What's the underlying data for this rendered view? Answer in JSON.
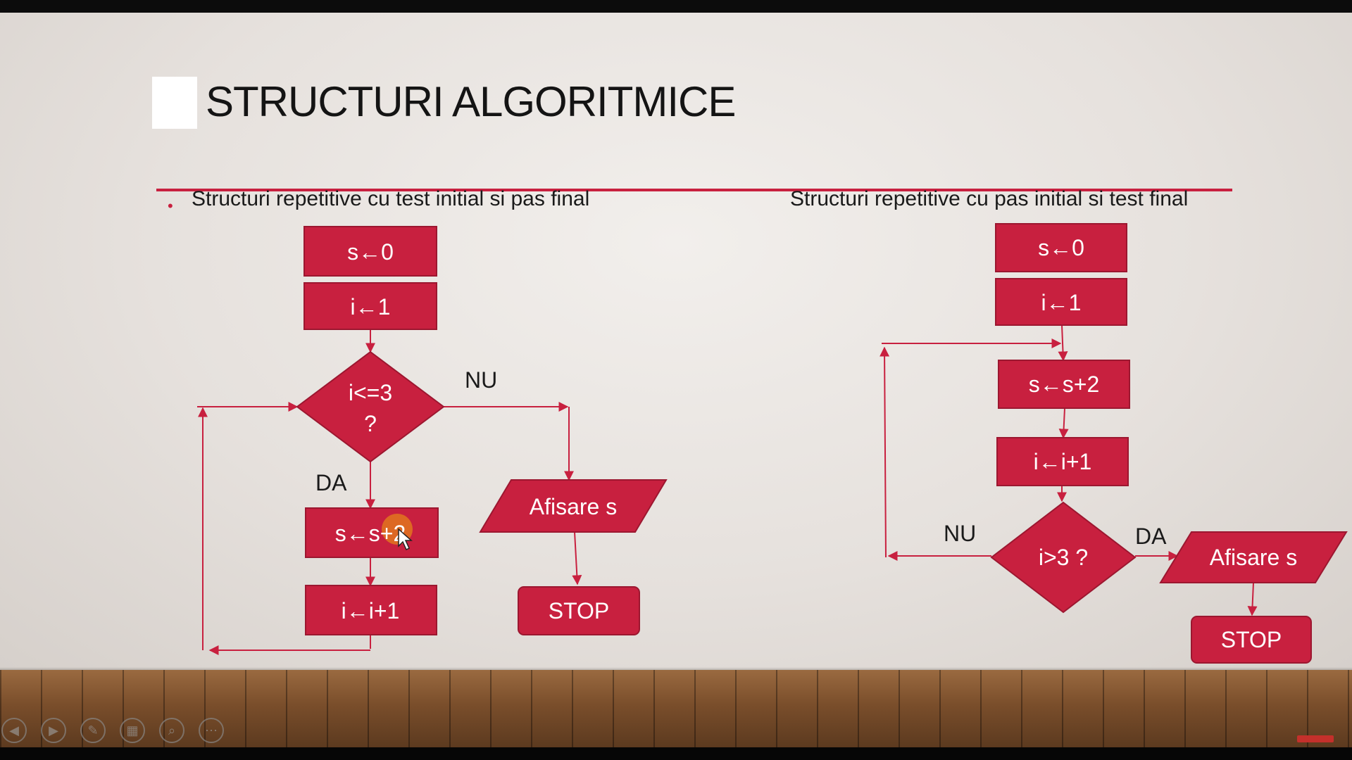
{
  "slide": {
    "title": "STRUCTURI ALGORITMICE",
    "left_heading": "Structuri repetitive cu test initial si pas final",
    "right_heading": "Structuri repetitive cu pas initial si test final",
    "bullet": "•"
  },
  "left_flow": {
    "init_s": "s←0",
    "init_i": "i←1",
    "condition_line1": "i<=3",
    "condition_line2": "?",
    "no_label": "NU",
    "yes_label": "DA",
    "step_s": "s←s+2",
    "step_i": "i←i+1",
    "output": "Afisare s",
    "stop": "STOP"
  },
  "right_flow": {
    "init_s": "s←0",
    "init_i": "i←1",
    "step_s": "s←s+2",
    "step_i": "i←i+1",
    "condition": "i>3 ?",
    "no_label": "NU",
    "yes_label": "DA",
    "output": "Afisare s",
    "stop": "STOP"
  },
  "colors": {
    "shape_fill": "#c8203f",
    "shape_stroke": "#9c1730",
    "arrow": "#c8203f",
    "pointer_highlight": "#e0761e"
  },
  "controls": {
    "prev_icon": "◀",
    "next_icon": "▶",
    "pen_icon": "✎",
    "slides_icon": "▦",
    "zoom_icon": "⌕",
    "more_icon": "⋯"
  }
}
